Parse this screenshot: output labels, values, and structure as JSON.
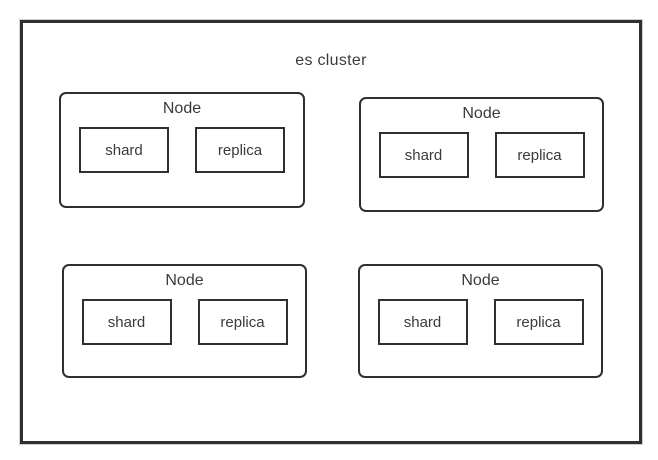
{
  "diagram": {
    "cluster_label": "es cluster",
    "nodes": [
      {
        "label": "Node",
        "children": [
          "shard",
          "replica"
        ]
      },
      {
        "label": "Node",
        "children": [
          "shard",
          "replica"
        ]
      },
      {
        "label": "Node",
        "children": [
          "shard",
          "replica"
        ]
      },
      {
        "label": "Node",
        "children": [
          "shard",
          "replica"
        ]
      }
    ],
    "colors": {
      "border": "#2f2f2f",
      "text": "#3a3a3a",
      "background": "#ffffff",
      "outer_halo": "#cfcfcf"
    }
  }
}
